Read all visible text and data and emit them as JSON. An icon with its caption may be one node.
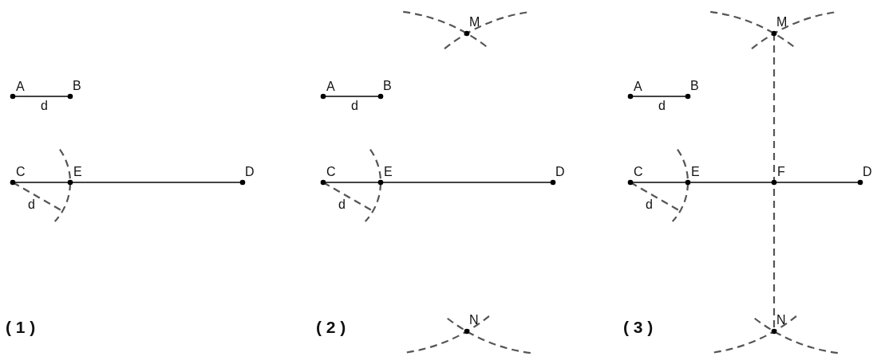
{
  "diagram": {
    "labels": [
      "A",
      "B",
      "d",
      "C",
      "E",
      "D",
      "d",
      "( 1 )",
      "M",
      "A",
      "B",
      "d",
      "C",
      "E",
      "D",
      "d",
      "N",
      "( 2 )",
      "M",
      "A",
      "B",
      "d",
      "C",
      "E",
      "F",
      "D",
      "d",
      "N",
      "( 3 )"
    ]
  }
}
